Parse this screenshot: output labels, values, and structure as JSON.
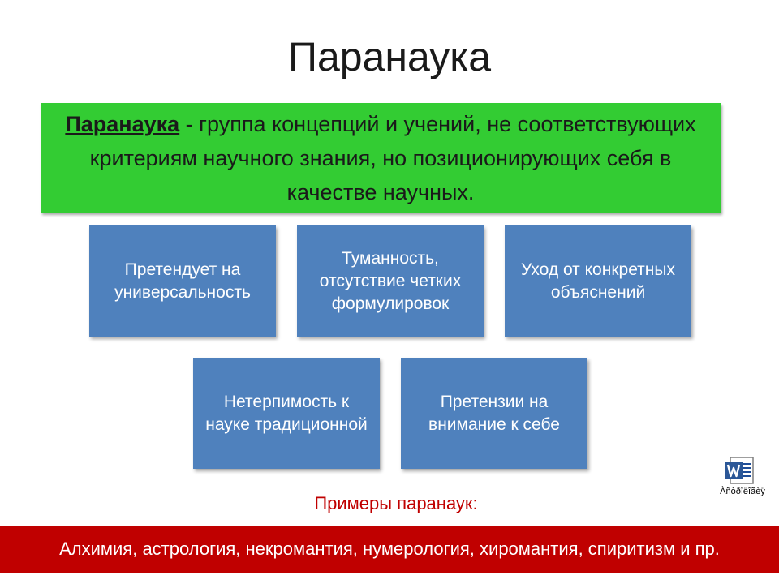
{
  "slide": {
    "title": "Паранаука"
  },
  "definition": {
    "term": "Паранаука",
    "text": " - группа концепций и учений, не соответствующих критериям научного знания, но позиционирующих себя в качестве научных."
  },
  "cards": [
    {
      "label": "Претендует на универсальность"
    },
    {
      "label": "Туманность, отсутствие четких формулировок"
    },
    {
      "label": "Уход от конкретных объяснений"
    },
    {
      "label": "Нетерпимость к науке традиционной"
    },
    {
      "label": "Претензии на внимание к себе"
    }
  ],
  "examples": {
    "title": "Примеры паранаук:",
    "list": "Алхимия, астрология, некромантия, нумерология, хиромантия, спиритизм и пр."
  },
  "attachment": {
    "icon": "word-document-icon",
    "label": "Àñòðîëîãèÿ"
  },
  "colors": {
    "definition_bg": "#33cc33",
    "card_bg": "#4f81bd",
    "examples_accent": "#c00000"
  }
}
